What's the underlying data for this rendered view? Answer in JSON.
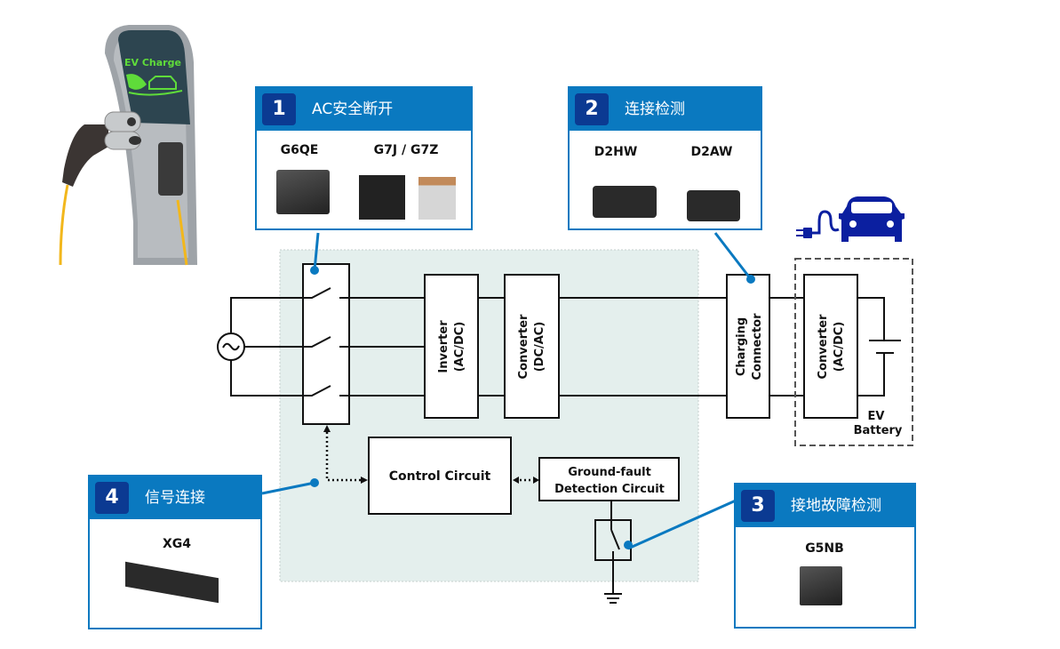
{
  "charger": {
    "screen_label": "EV Charge"
  },
  "cards": [
    {
      "number": "1",
      "title": "AC安全断开",
      "products": [
        "G6QE",
        "G7J / G7Z"
      ]
    },
    {
      "number": "2",
      "title": "连接检测",
      "products": [
        "D2HW",
        "D2AW"
      ]
    },
    {
      "number": "3",
      "title": "接地故障检测",
      "products": [
        "G5NB"
      ]
    },
    {
      "number": "4",
      "title": "信号连接",
      "products": [
        "XG4"
      ]
    }
  ],
  "blocks": {
    "inverter": [
      "Inverter",
      "(AC/DC)"
    ],
    "converter_dcac": [
      "Converter",
      "(DC/AC)"
    ],
    "charging_connector": [
      "Charging",
      "Connector"
    ],
    "converter_acdc": [
      "Converter",
      "(AC/DC)"
    ],
    "control_circuit": "Control Circuit",
    "ground_fault": [
      "Ground-fault",
      "Detection Circuit"
    ],
    "ev_battery": [
      "EV",
      "Battery"
    ]
  },
  "colors": {
    "accent": "#0a79c0",
    "number_badge": "#0b3a92",
    "shaded_region": "#e4efed",
    "car_icon": "#0b1fa0",
    "screen_text": "#5fdc3a",
    "cable": "#f2b71c"
  },
  "icons": [
    "ac-source-icon",
    "ground-icon",
    "battery-icon",
    "ev-car-plug-icon",
    "ev-charger-station-icon"
  ]
}
